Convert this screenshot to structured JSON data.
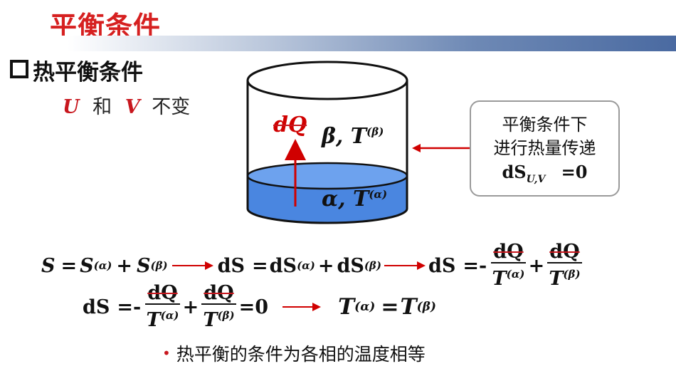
{
  "slide": {
    "title": "平衡条件",
    "section_heading": "热平衡条件",
    "constant_prefix_U": "U",
    "constant_and": "和",
    "constant_prefix_V": "V",
    "constant_suffix": "不变",
    "bullet": "热平衡的条件为各相的温度相等"
  },
  "diagram": {
    "heat_label": "dQ",
    "upper_phase_label": "β, T",
    "upper_phase_sup": "(β)",
    "lower_phase_label": "α, T",
    "lower_phase_sup": "(α)",
    "liquid_color": "#4a86e0",
    "arrow_color": "#d00000"
  },
  "callout": {
    "line1": "平衡条件下",
    "line2": "进行热量传递",
    "line3_main": "dS",
    "line3_sub": "U,V",
    "line3_value": "=0"
  },
  "equations": {
    "row1": {
      "s": "S",
      "eq": "=",
      "s_alpha": "S",
      "sup_alpha": "(α)",
      "plus": "+",
      "s_beta": "S",
      "sup_beta": "(β)",
      "ds": "dS",
      "eq2": "=",
      "ds_alpha": "dS",
      "plus2": "+",
      "ds_beta": "dS",
      "ds2": "dS",
      "eq_minus": "=-",
      "num": "dQ",
      "den_t": "T",
      "plus3": "+"
    },
    "row2": {
      "ds": "dS",
      "eq_minus": "=-",
      "num": "dQ",
      "den_t": "T",
      "plus": "+",
      "zero": "=0",
      "t_alpha": "T",
      "eq": "=",
      "t_beta": "T"
    }
  }
}
